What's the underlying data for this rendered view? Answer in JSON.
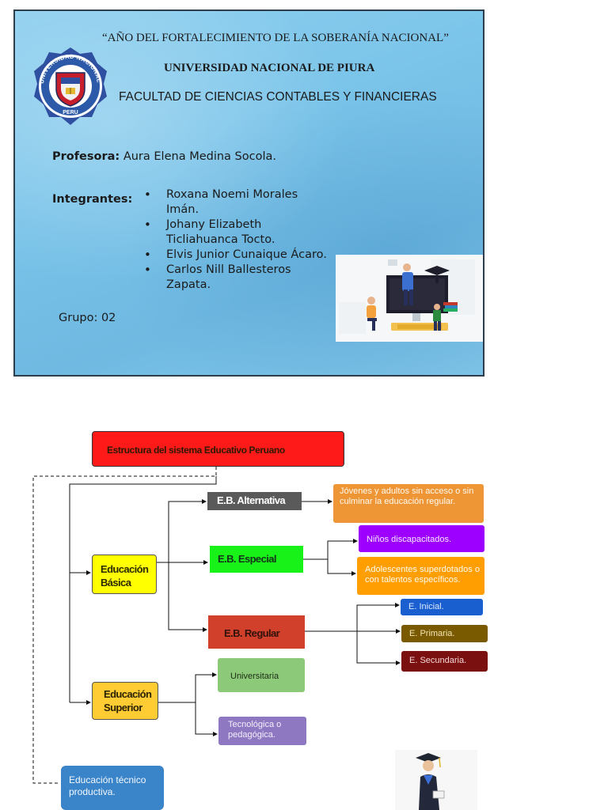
{
  "cover": {
    "motto": "“AÑO DEL FORTALECIMIENTO DE LA SOBERANÍA NACIONAL”",
    "university": "UNIVERSIDAD NACIONAL DE PIURA",
    "faculty": "FACULTAD DE CIENCIAS CONTABLES Y FINANCIERAS",
    "professor_label": "Profesora:",
    "professor_name": " Aura Elena Medina Socola.",
    "members_label": "Integrantes:",
    "members": [
      " Roxana Noemi Morales Imán.",
      "Johany Elizabeth Ticliahuanca Tocto.",
      "Elvis Junior Cunaique Ácaro.",
      "Carlos Nill Ballesteros Zapata."
    ],
    "group": "Grupo: 02",
    "seal_text": "UNIVERSIDAD NACIONAL DE PIURA",
    "seal_country": "PERU"
  },
  "diagram": {
    "title": "Estructura del sistema Educativo Peruano",
    "basic": {
      "label1": "Educación",
      "label2": "Básica"
    },
    "superior": {
      "label1": "Educación",
      "label2": "Superior"
    },
    "eb_alternativa": "E.B. Alternativa",
    "eb_especial": "E.B.  Especial",
    "eb_regular": "E.B. Regular",
    "alt_desc": "Jóvenes y adultos sin acceso o sin culminar la educación regular.",
    "esp_desc_1": "Niños discapacitados.",
    "esp_desc_2": "Adolescentes superdotados o con talentos específicos.",
    "reg_inicial": "E. Inicial.",
    "reg_primaria": "E. Primaria.",
    "reg_secundaria": "E. Secundaria.",
    "sup_universitaria": "Universitaria",
    "sup_tecnologica": "Tecnológica o pedagógica.",
    "tecnico_productiva": "Educación técnico productiva."
  }
}
